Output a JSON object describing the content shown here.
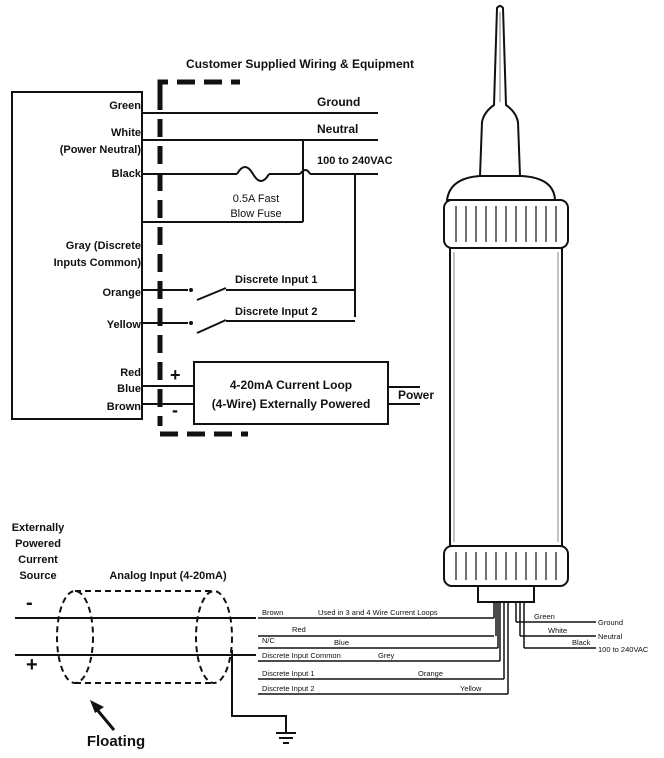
{
  "header": {
    "title": "Customer Supplied Wiring & Equipment"
  },
  "terminals": {
    "green": "Green",
    "white": "White",
    "power_neutral": "(Power Neutral)",
    "black": "Black",
    "gray_1": "Gray (Discrete",
    "gray_2": "Inputs Common)",
    "orange": "Orange",
    "yellow": "Yellow",
    "red": "Red",
    "blue": "Blue",
    "brown": "Brown"
  },
  "supply": {
    "ground": "Ground",
    "neutral": "Neutral",
    "voltage": "100 to 240VAC",
    "fuse_1": "0.5A Fast",
    "fuse_2": "Blow Fuse"
  },
  "inputs": {
    "discrete_1": "Discrete Input 1",
    "discrete_2": "Discrete Input 2"
  },
  "loop": {
    "plus": "+",
    "minus": "-",
    "line_1": "4-20mA Current Loop",
    "line_2": "(4-Wire) Externally Powered",
    "power": "Power"
  },
  "analog": {
    "source_1": "Externally",
    "source_2": "Powered",
    "source_3": "Current",
    "source_4": "Source",
    "title": "Analog Input (4-20mA)",
    "minus": "-",
    "plus": "+",
    "floating": "Floating"
  },
  "cable": {
    "brown": "Brown",
    "loops_note": "Used in 3 and 4 Wire Current Loops",
    "nc": "N/C",
    "red": "Red",
    "blue": "Blue",
    "common": "Discrete Input Common",
    "grey": "Grey",
    "di1": "Discrete Input 1",
    "orange": "Orange",
    "di2": "Discrete Input 2",
    "yellow": "Yellow",
    "green": "Green",
    "white": "White",
    "black": "Black",
    "ground": "Ground",
    "neutral": "Neutral",
    "voltage": "100 to 240VAC"
  }
}
